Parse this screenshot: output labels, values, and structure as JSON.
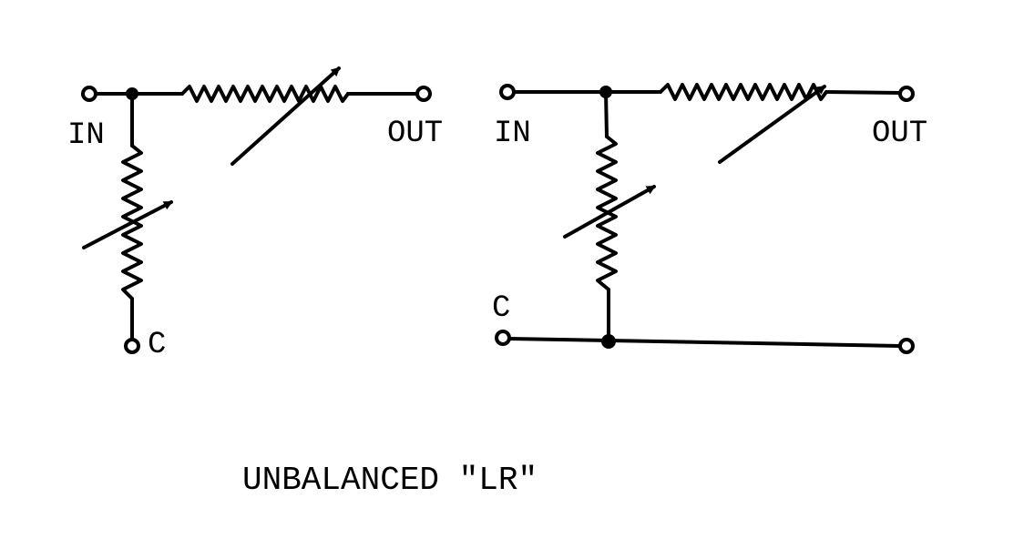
{
  "title": "UNBALANCED \"LR\"",
  "left_circuit": {
    "in_label": "IN",
    "out_label": "OUT",
    "common_label": "C"
  },
  "right_circuit": {
    "in_label": "IN",
    "out_label": "OUT",
    "common_label": "C"
  },
  "colors": {
    "ink": "#000000",
    "background": "#ffffff"
  }
}
